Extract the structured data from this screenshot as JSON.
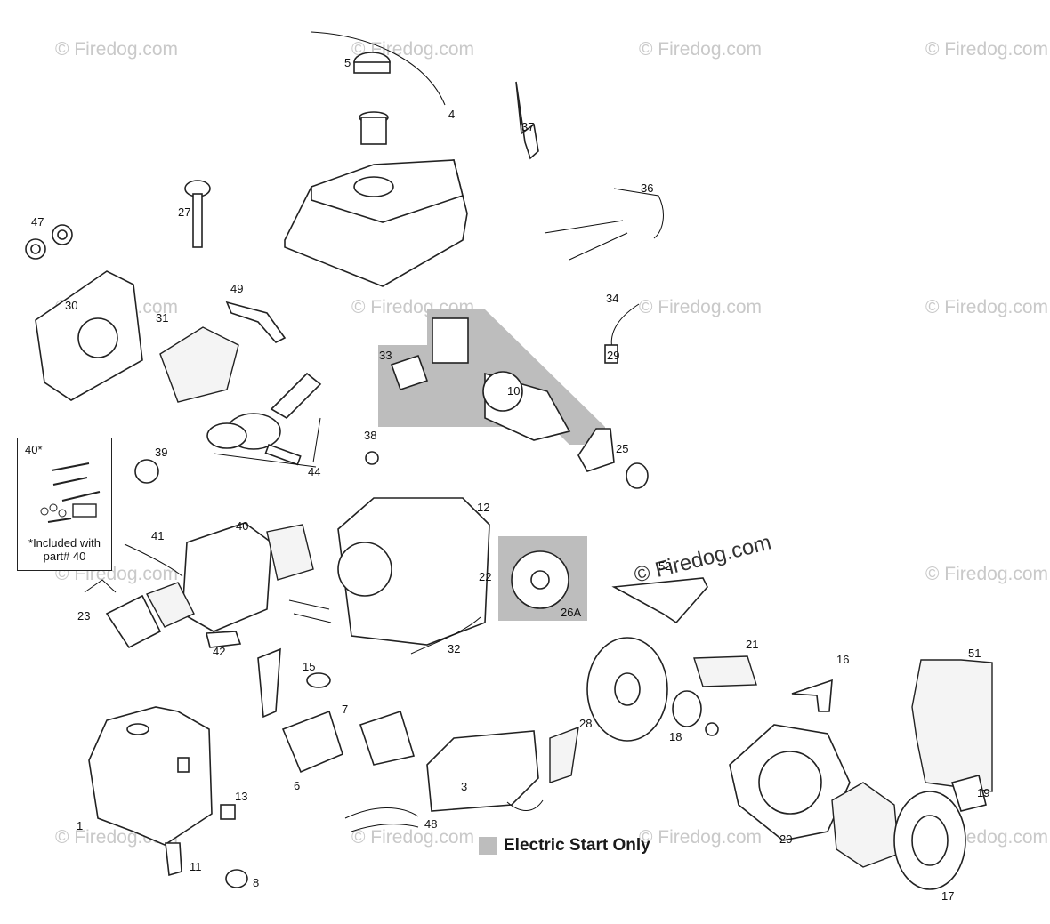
{
  "watermark": "© Firedog.com",
  "callouts": [
    "1",
    "3",
    "4",
    "5",
    "6",
    "7",
    "8",
    "10",
    "11",
    "12",
    "13",
    "15",
    "16",
    "17",
    "18",
    "19",
    "20",
    "21",
    "22",
    "23",
    "25",
    "26A",
    "27",
    "28",
    "29",
    "30",
    "31",
    "32",
    "33",
    "34",
    "36",
    "37",
    "38",
    "39",
    "40",
    "41",
    "42",
    "44",
    "47",
    "48",
    "49",
    "51",
    "52"
  ],
  "note_box": {
    "title": "40*",
    "text": "*Included with part# 40"
  },
  "legend": {
    "label": "Electric Start Only",
    "swatch_color": "#bdbdbd"
  }
}
